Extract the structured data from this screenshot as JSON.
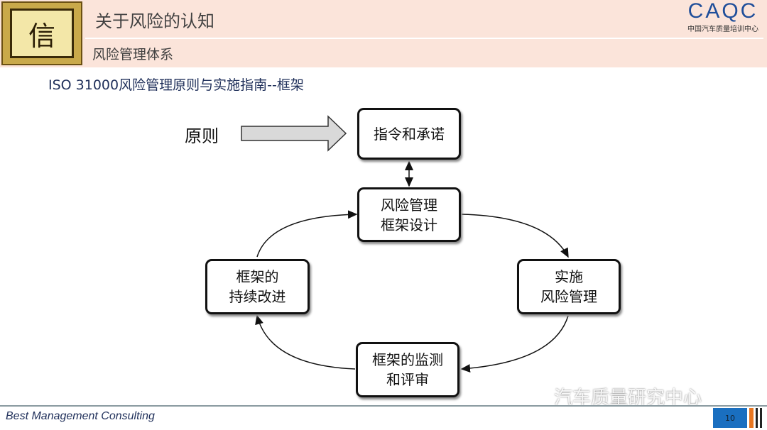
{
  "header": {
    "title": "关于风险的认知",
    "subtitle": "风险管理体系",
    "seal_char": "信",
    "logo": "CAQC",
    "logo_sub": "中国汽车质量培训中心"
  },
  "heading": "ISO 31000风险管理原则与实施指南--框架",
  "diagram": {
    "principle": "原则",
    "boxes": {
      "mandate": [
        "指令和承诺"
      ],
      "design": [
        "风险管理",
        "框架设计"
      ],
      "implement": [
        "实施",
        "风险管理"
      ],
      "monitor": [
        "框架的监测",
        "和评审"
      ],
      "improve": [
        "框架的",
        "持续改进"
      ]
    }
  },
  "footer": {
    "text": "Best Management Consulting",
    "page": "10",
    "watermark": "汽车质量研究中心"
  }
}
